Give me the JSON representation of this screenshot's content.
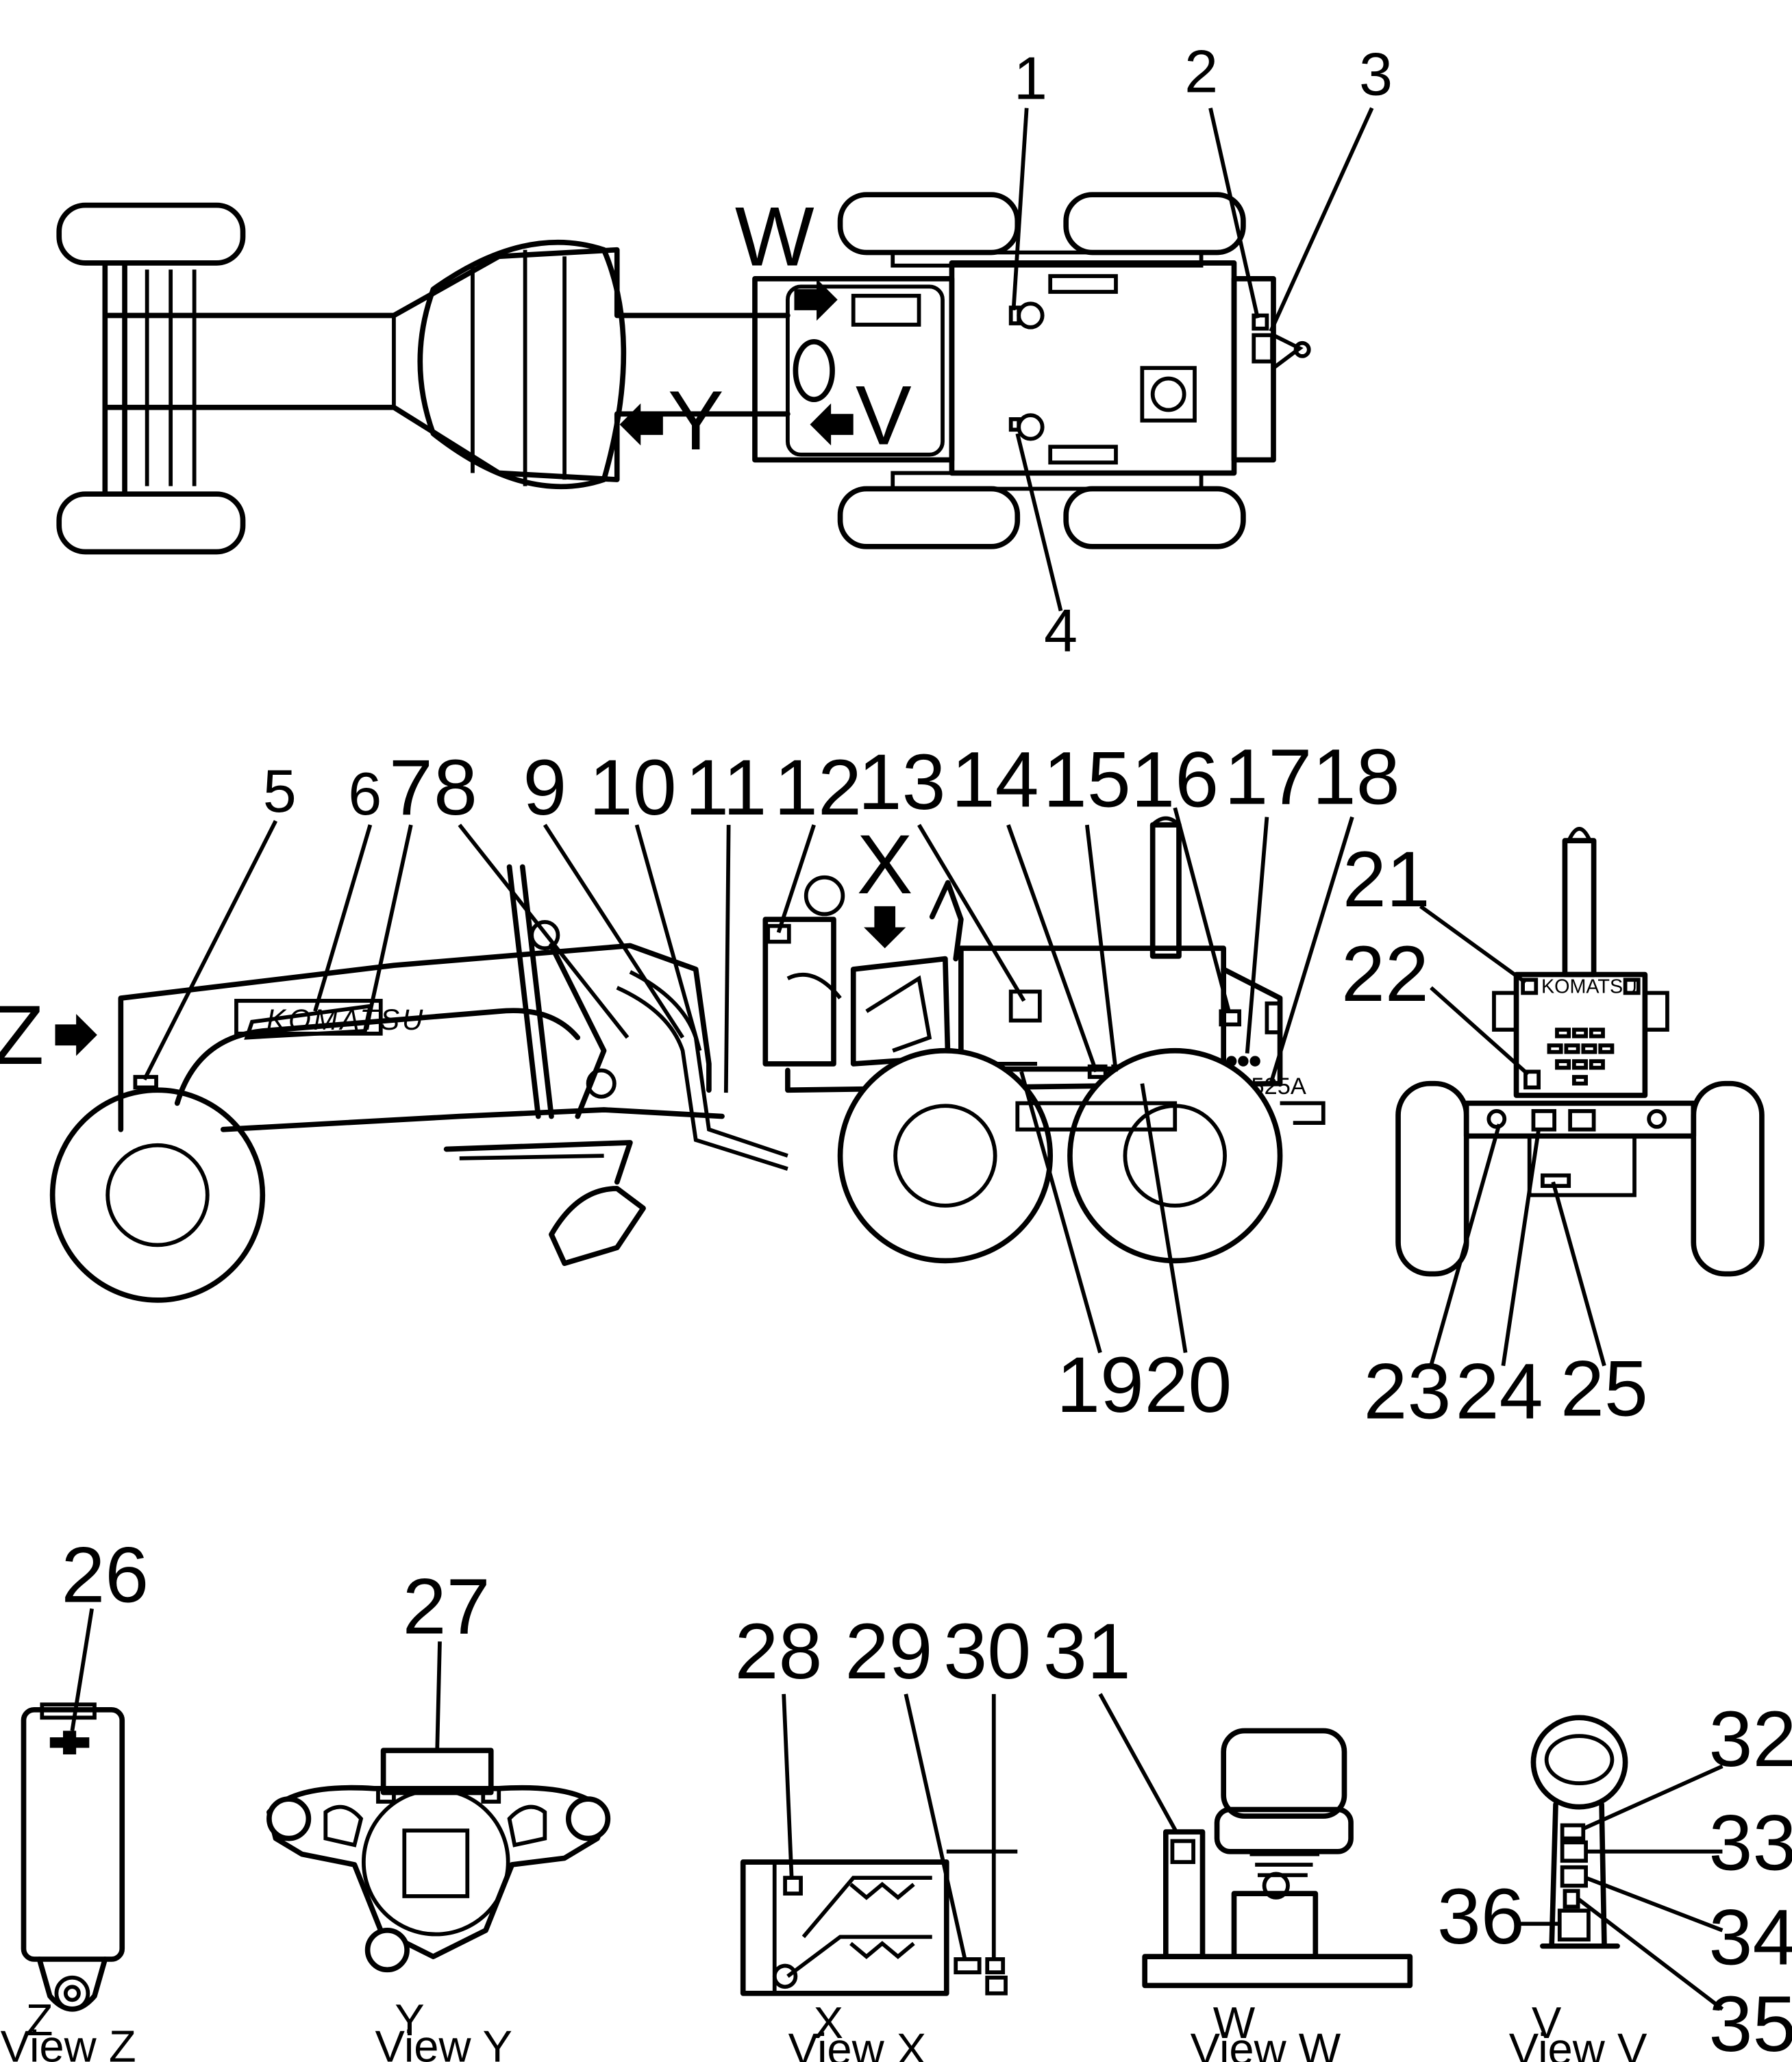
{
  "diagram": {
    "brand_text": "KOMATSU",
    "model_text": "GD525A",
    "view_arrows": [
      "W",
      "V",
      "Y",
      "X",
      "Z"
    ],
    "callouts": [
      "1",
      "2",
      "3",
      "4",
      "5",
      "6",
      "7",
      "8",
      "9",
      "10",
      "11",
      "12",
      "13",
      "14",
      "15",
      "16",
      "17",
      "18",
      "19",
      "20",
      "21",
      "22",
      "23",
      "24",
      "25",
      "26",
      "27",
      "28",
      "29",
      "30",
      "31",
      "32",
      "33",
      "34",
      "35",
      "36"
    ],
    "view_captions": [
      {
        "letter": "Z",
        "label": "View  Z"
      },
      {
        "letter": "Y",
        "label": "View  Y"
      },
      {
        "letter": "X",
        "label": "View  X"
      },
      {
        "letter": "W",
        "label": "View  W"
      },
      {
        "letter": "V",
        "label": "View  V"
      }
    ]
  }
}
